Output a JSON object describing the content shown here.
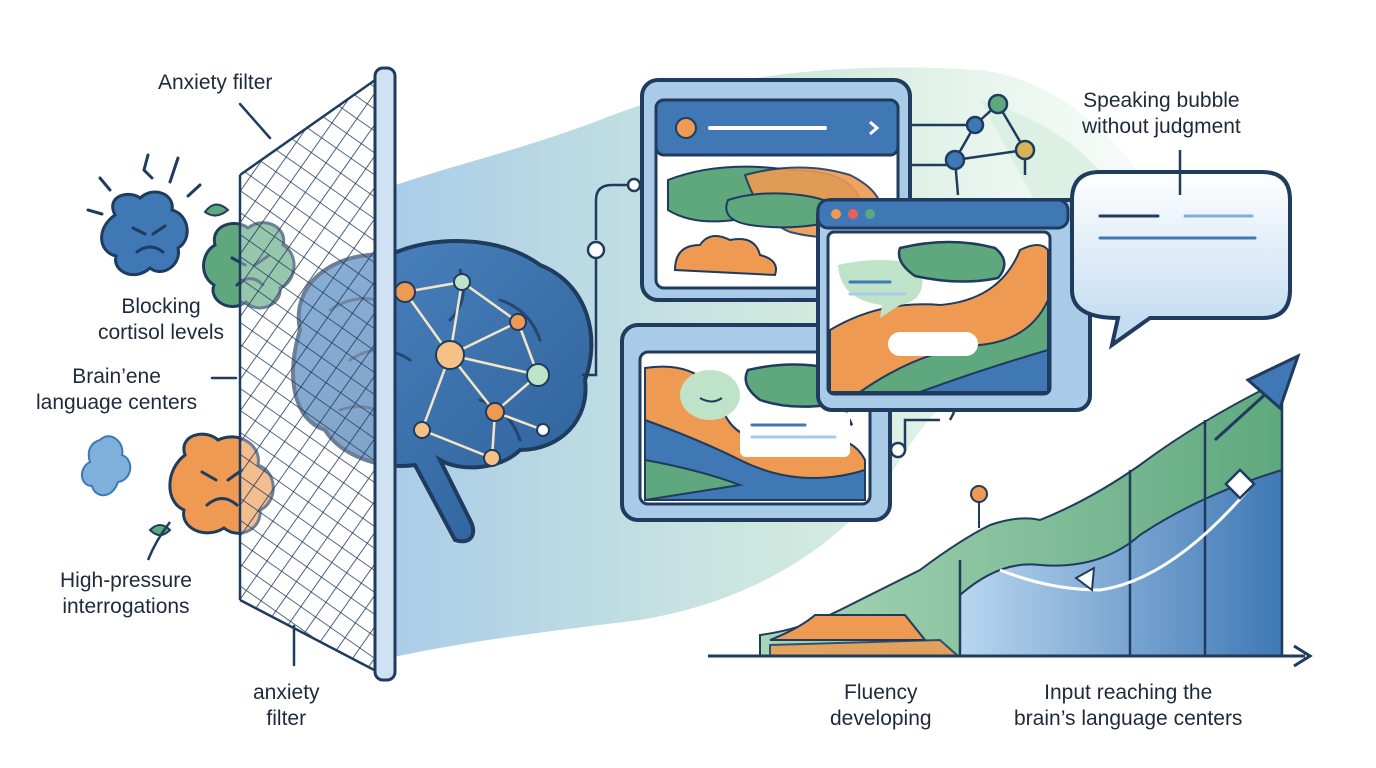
{
  "labels": {
    "anxiety_filter_top": "Anxiety filter",
    "blocking": [
      "Blocking",
      "cortisol levels"
    ],
    "brain_centers": [
      "Brain’ene",
      "language centers"
    ],
    "high_pressure": [
      "High-pressure",
      "interrogations"
    ],
    "anxiety_filter_bottom": [
      "anxiety",
      "filter"
    ],
    "speaking_bubble": [
      "Speaking bubble",
      "without judgment"
    ],
    "fluency": [
      "Fluency",
      "developing"
    ],
    "input_reaching": [
      "Input reaching the",
      "brain’s language centers"
    ]
  },
  "colors": {
    "navy": "#1f3b5e",
    "blue": "#3f78b5",
    "light_blue": "#a9cbe8",
    "green": "#5fa87e",
    "light_green": "#bfe3c9",
    "orange": "#ee9a52",
    "gold": "#d8b35a"
  },
  "icons": [
    "angry-face-icon",
    "mesh-filter-icon",
    "brain-network-icon",
    "screen-window-icon",
    "speech-bubble-icon",
    "arrow-up-icon",
    "arrow-right-icon"
  ]
}
